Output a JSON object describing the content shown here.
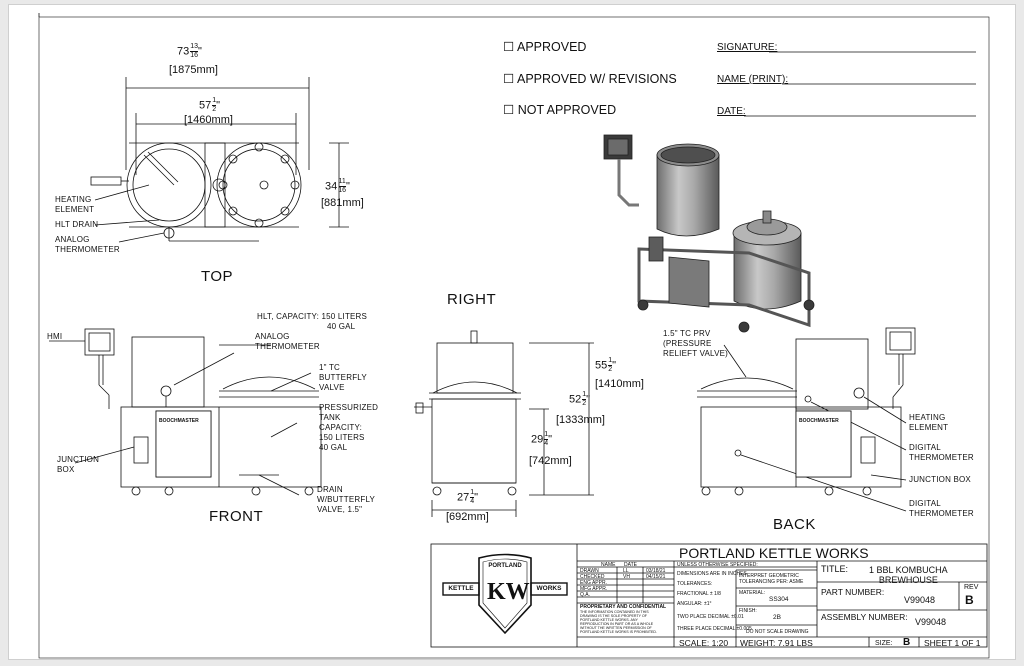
{
  "approval": {
    "approved": "APPROVED",
    "approved_revisions": "APPROVED W/ REVISIONS",
    "not_approved": "NOT APPROVED",
    "signature": "SIGNATURE:",
    "name_print": "NAME (PRINT):",
    "date": "DATE:"
  },
  "views": {
    "top": "TOP",
    "right": "RIGHT",
    "front": "FRONT",
    "back": "BACK"
  },
  "top_dims": {
    "overall_w_whole": "73",
    "overall_w_num": "13",
    "overall_w_den": "16",
    "overall_w_unit": "\"",
    "overall_w_mm": "[1875mm]",
    "tank_w_whole": "57",
    "tank_w_num": "1",
    "tank_w_den": "2",
    "tank_w_unit": "\"",
    "tank_w_mm": "[1460mm]",
    "depth_whole": "34",
    "depth_num": "11",
    "depth_den": "16",
    "depth_unit": "\"",
    "depth_mm": "[881mm]"
  },
  "top_labels": {
    "heating_element": "HEATING\nELEMENT",
    "hlt_drain": "HLT DRAIN",
    "analog_thermometer": "ANALOG\nTHERMOMETER"
  },
  "front_labels": {
    "hmi": "HMI",
    "hlt_capacity": "HLT, CAPACITY: 150 LITERS",
    "hlt_gal": "40 GAL",
    "analog_thermometer": "ANALOG\nTHERMOMETER",
    "butterfly_valve": "1\" TC\nBUTTERFLY\nVALVE",
    "pressurized_tank": "PRESSURIZED\nTANK\nCAPACITY:\n150 LITERS\n40 GAL",
    "junction_box": "JUNCTION\nBOX",
    "drain": "DRAIN\nW/BUTTERFLY\nVALVE, 1.5\""
  },
  "right_dims": {
    "h_total_whole": "55",
    "h_total_num": "1",
    "h_total_den": "2",
    "h_total_unit": "\"",
    "h_total_mm": "[1410mm]",
    "h_mid_whole": "52",
    "h_mid_num": "1",
    "h_mid_den": "2",
    "h_mid_unit": "\"",
    "h_mid_mm": "[1333mm]",
    "h_low_whole": "29",
    "h_low_num": "1",
    "h_low_den": "4",
    "h_low_unit": "\"",
    "h_low_mm": "[742mm]",
    "w_whole": "27",
    "w_num": "1",
    "w_den": "4",
    "w_unit": "\"",
    "w_mm": "[692mm]"
  },
  "back_labels": {
    "prv": "1.5\" TC PRV\n(PRESSURE\nRELIEFT VALVE)",
    "heating_element": "HEATING\nELEMENT",
    "digital_thermometer_1": "DIGITAL\nTHERMOMETER",
    "junction_box": "JUNCTION BOX",
    "digital_thermometer_2": "DIGITAL\nTHERMOMETER"
  },
  "title_block": {
    "company": "PORTLAND KETTLE WORKS",
    "logo_top": "PORTLAND",
    "logo_left": "KETTLE",
    "logo_right": "WORKS",
    "logo_mono": "KW",
    "hdr_name": "NAME",
    "hdr_date": "DATE",
    "drawn": "DRAWN",
    "drawn_name": "LL",
    "drawn_date": "03/18/21",
    "checked": "CHECKED",
    "checked_name": "VH",
    "checked_date": "04/15/21",
    "eng_appr": "ENG APPR.",
    "mfg_appr": "MFG APPR.",
    "qa": "Q.A.",
    "unless": "UNLESS OTHERWISE SPECIFIED:",
    "dims_inches": "DIMENSIONS ARE IN INCHES",
    "tolerances": "TOLERANCES:",
    "fractional": "FRACTIONAL ± 1/8",
    "angular": "ANGULAR: ±1°",
    "two_place": "TWO PLACE DECIMAL ±0.01",
    "three_place": "THREE PLACE DECIMAL ±0.005",
    "interpret": "INTERPRET GEOMETRIC\nTOLERANCING PER: ASME",
    "material_lbl": "MATERIAL:",
    "material": "SS304",
    "finish_lbl": "FINISH:",
    "finish": "2B",
    "do_not_scale": "DO NOT SCALE DRAWING",
    "proprietary": "PROPRIETARY AND CONFIDENTIAL",
    "proprietary_text": "THE INFORMATION CONTAINED IN THIS\nDRAWING IS THE SOLE PROPERTY OF\nPORTLAND KETTLE WORKS. ANY\nREPRODUCTION IN PART OR AS A WHOLE\nWITHOUT THE WRITTEN PERMISSION OF\nPORTLAND KETTLE WORKS IS PROHIBITED.",
    "title_lbl": "TITLE:",
    "title": "1 BBL KOMBUCHA\nBREWHOUSE",
    "part_lbl": "PART NUMBER:",
    "part": "V99048",
    "rev_lbl": "REV",
    "rev": "B",
    "assembly_lbl": "ASSEMBLY NUMBER:",
    "assembly": "V99048",
    "scale": "SCALE: 1:20",
    "weight": "WEIGHT: 7.91 LBS",
    "size_lbl": "SIZE:",
    "size": "B",
    "sheet": "SHEET 1 OF 1"
  },
  "vessel_text": {
    "brand": "BOOCHMASTER"
  },
  "colors": {
    "line": "#111111",
    "metal": "#9a9a9a",
    "metal_dark": "#5b5b5b",
    "metal_light": "#cfcfcf"
  }
}
